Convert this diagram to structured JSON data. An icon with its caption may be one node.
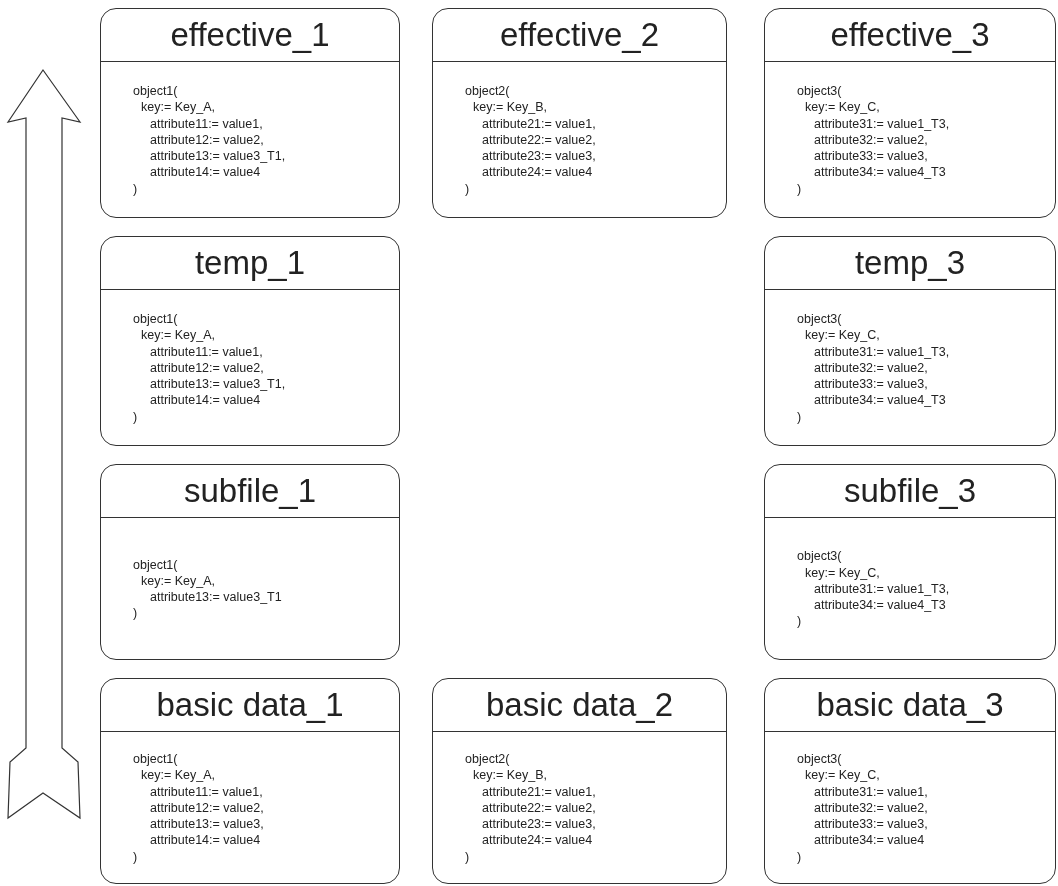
{
  "diagram": {
    "nodes": [
      {
        "text": [
          "effective_1",
          "object1(",
          "key:= Key_A,",
          "attribute11:= value1,",
          "attribute12:= value2,",
          "attribute13:= value3_T1,",
          "attribute14:= value4",
          ")"
        ]
      },
      {
        "text": [
          "effective_2",
          "object2(",
          "key:= Key_B,",
          "attribute21:= value1,",
          "attribute22:= value2,",
          "attribute23:= value3,",
          "attribute24:= value4",
          ")"
        ]
      },
      {
        "text": [
          "effective_3",
          "object3(",
          "key:= Key_C,",
          "attribute31:= value1_T3,",
          "attribute32:= value2,",
          "attribute33:= value3,",
          "attribute34:= value4_T3",
          ")"
        ]
      },
      {
        "text": [
          "temp_1",
          "object1(",
          "key:= Key_A,",
          "attribute11:= value1,",
          "attribute12:= value2,",
          "attribute13:= value3_T1,",
          "attribute14:= value4",
          ")"
        ]
      },
      {
        "text": [
          "temp_3",
          "object3(",
          "key:= Key_C,",
          "attribute31:= value1_T3,",
          "attribute32:= value2,",
          "attribute33:= value3,",
          "attribute34:= value4_T3",
          ")"
        ]
      },
      {
        "text": [
          "subfile_1",
          "object1(",
          "key:= Key_A,",
          "attribute13:= value3_T1",
          ")"
        ]
      },
      {
        "text": [
          "subfile_3",
          "object3(",
          "key:= Key_C,",
          "attribute31:= value1_T3,",
          "attribute34:= value4_T3",
          ")"
        ]
      },
      {
        "text": [
          "basic data_1",
          "object1(",
          "key:= Key_A,",
          "attribute11:= value1,",
          "attribute12:= value2,",
          "attribute13:= value3,",
          "attribute14:= value4",
          ")"
        ]
      },
      {
        "text": [
          "basic data_2",
          "object2(",
          "key:= Key_B,",
          "attribute21:= value1,",
          "attribute22:= value2,",
          "attribute23:= value3,",
          "attribute24:= value4",
          ")"
        ]
      },
      {
        "text": [
          "basic data_3",
          "object3(",
          "key:= Key_C,",
          "attribute31:= value1,",
          "attribute32:= value2,",
          "attribute33:= value3,",
          "attribute34:= value4",
          ")"
        ]
      }
    ],
    "edges": []
  }
}
